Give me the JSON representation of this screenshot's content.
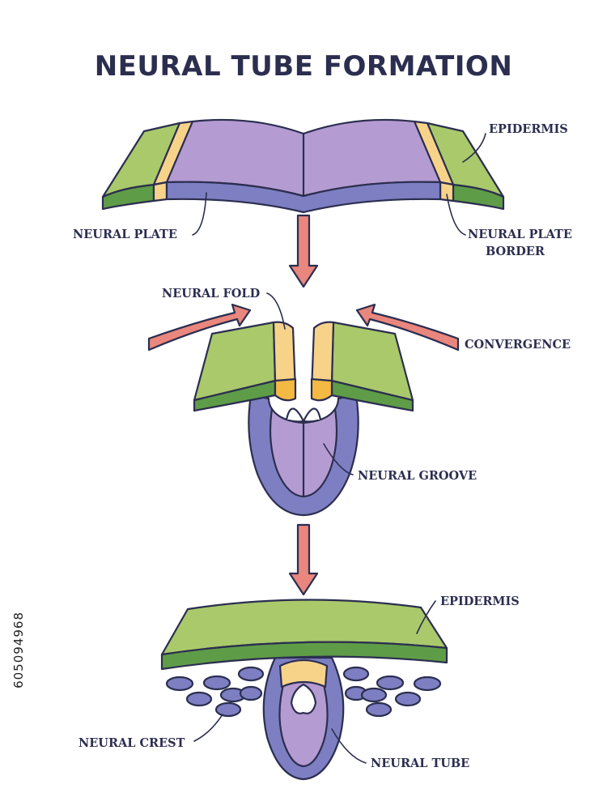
{
  "title": "NEURAL TUBE FORMATION",
  "watermark": "605094968",
  "labels": {
    "epidermis_top": "EPIDERMIS",
    "neural_plate": "NEURAL PLATE",
    "neural_plate_border_1": "NEURAL PLATE",
    "neural_plate_border_2": "BORDER",
    "neural_fold": "NEURAL FOLD",
    "convergence": "CONVERGENCE",
    "neural_groove": "NEURAL GROOVE",
    "epidermis_bottom": "EPIDERMIS",
    "neural_crest": "NEURAL CREST",
    "neural_tube": "NEURAL TUBE"
  },
  "colors": {
    "epidermis_top": "#a9c96b",
    "epidermis_side": "#5f9c47",
    "plate_top": "#b49bd1",
    "plate_side": "#7d7fc2",
    "border_tissue": "#f7d38a",
    "arrow": "#e9867d",
    "outline": "#2b2e4f"
  }
}
